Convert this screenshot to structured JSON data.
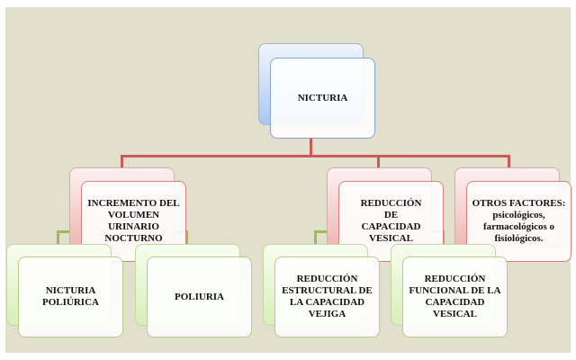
{
  "root": {
    "label": "NICTURIA"
  },
  "level1": [
    {
      "label": "INCREMENTO DEL VOLUMEN URINARIO NOCTURNO"
    },
    {
      "label": "REDUCCIÓN DE CAPACIDAD VESICAL"
    },
    {
      "label": "OTROS FACTORES: psicológicos, farmacológicos o fisiológicos."
    }
  ],
  "level2": [
    {
      "label": "NICTURIA POLIÚRICA"
    },
    {
      "label": "POLIURIA"
    },
    {
      "label": "REDUCCIÓN ESTRUCTURAL DE LA CAPACIDAD VEJIGA"
    },
    {
      "label": "REDUCCIÓN FUNCIONAL DE LA CAPACIDAD VESICAL"
    }
  ],
  "colors": {
    "background": "#e2dfcc",
    "level0": "#7fa6d6",
    "level1": "#c85a57",
    "level2": "#9bbb59"
  }
}
